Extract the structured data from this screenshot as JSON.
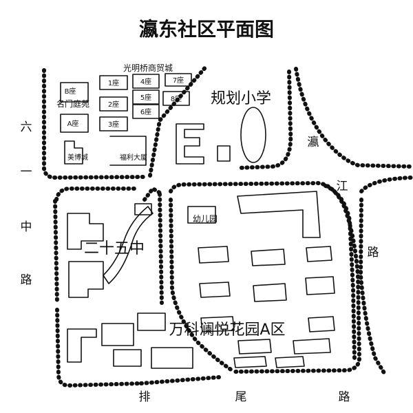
{
  "title": "瀛东社区平面图",
  "roads": {
    "west": [
      "六",
      "一",
      "中",
      "路"
    ],
    "east": [
      "瀛",
      "江",
      "路"
    ],
    "south": [
      "排",
      "尾",
      "路"
    ]
  },
  "places": {
    "market": "光明桥商贸城",
    "school": "规划小学",
    "kindergarten": "幼儿园",
    "middle_school": "二十五中",
    "garden": "万科澜悦花园A区",
    "tower_b": "B座",
    "tower_a": "A座",
    "mingmen": "名门庭苑",
    "meibo": "美博城",
    "fuli": "福利大厦"
  },
  "blocks": [
    "1座",
    "2座",
    "3座",
    "4座",
    "5座",
    "6座",
    "7座",
    "8座"
  ]
}
